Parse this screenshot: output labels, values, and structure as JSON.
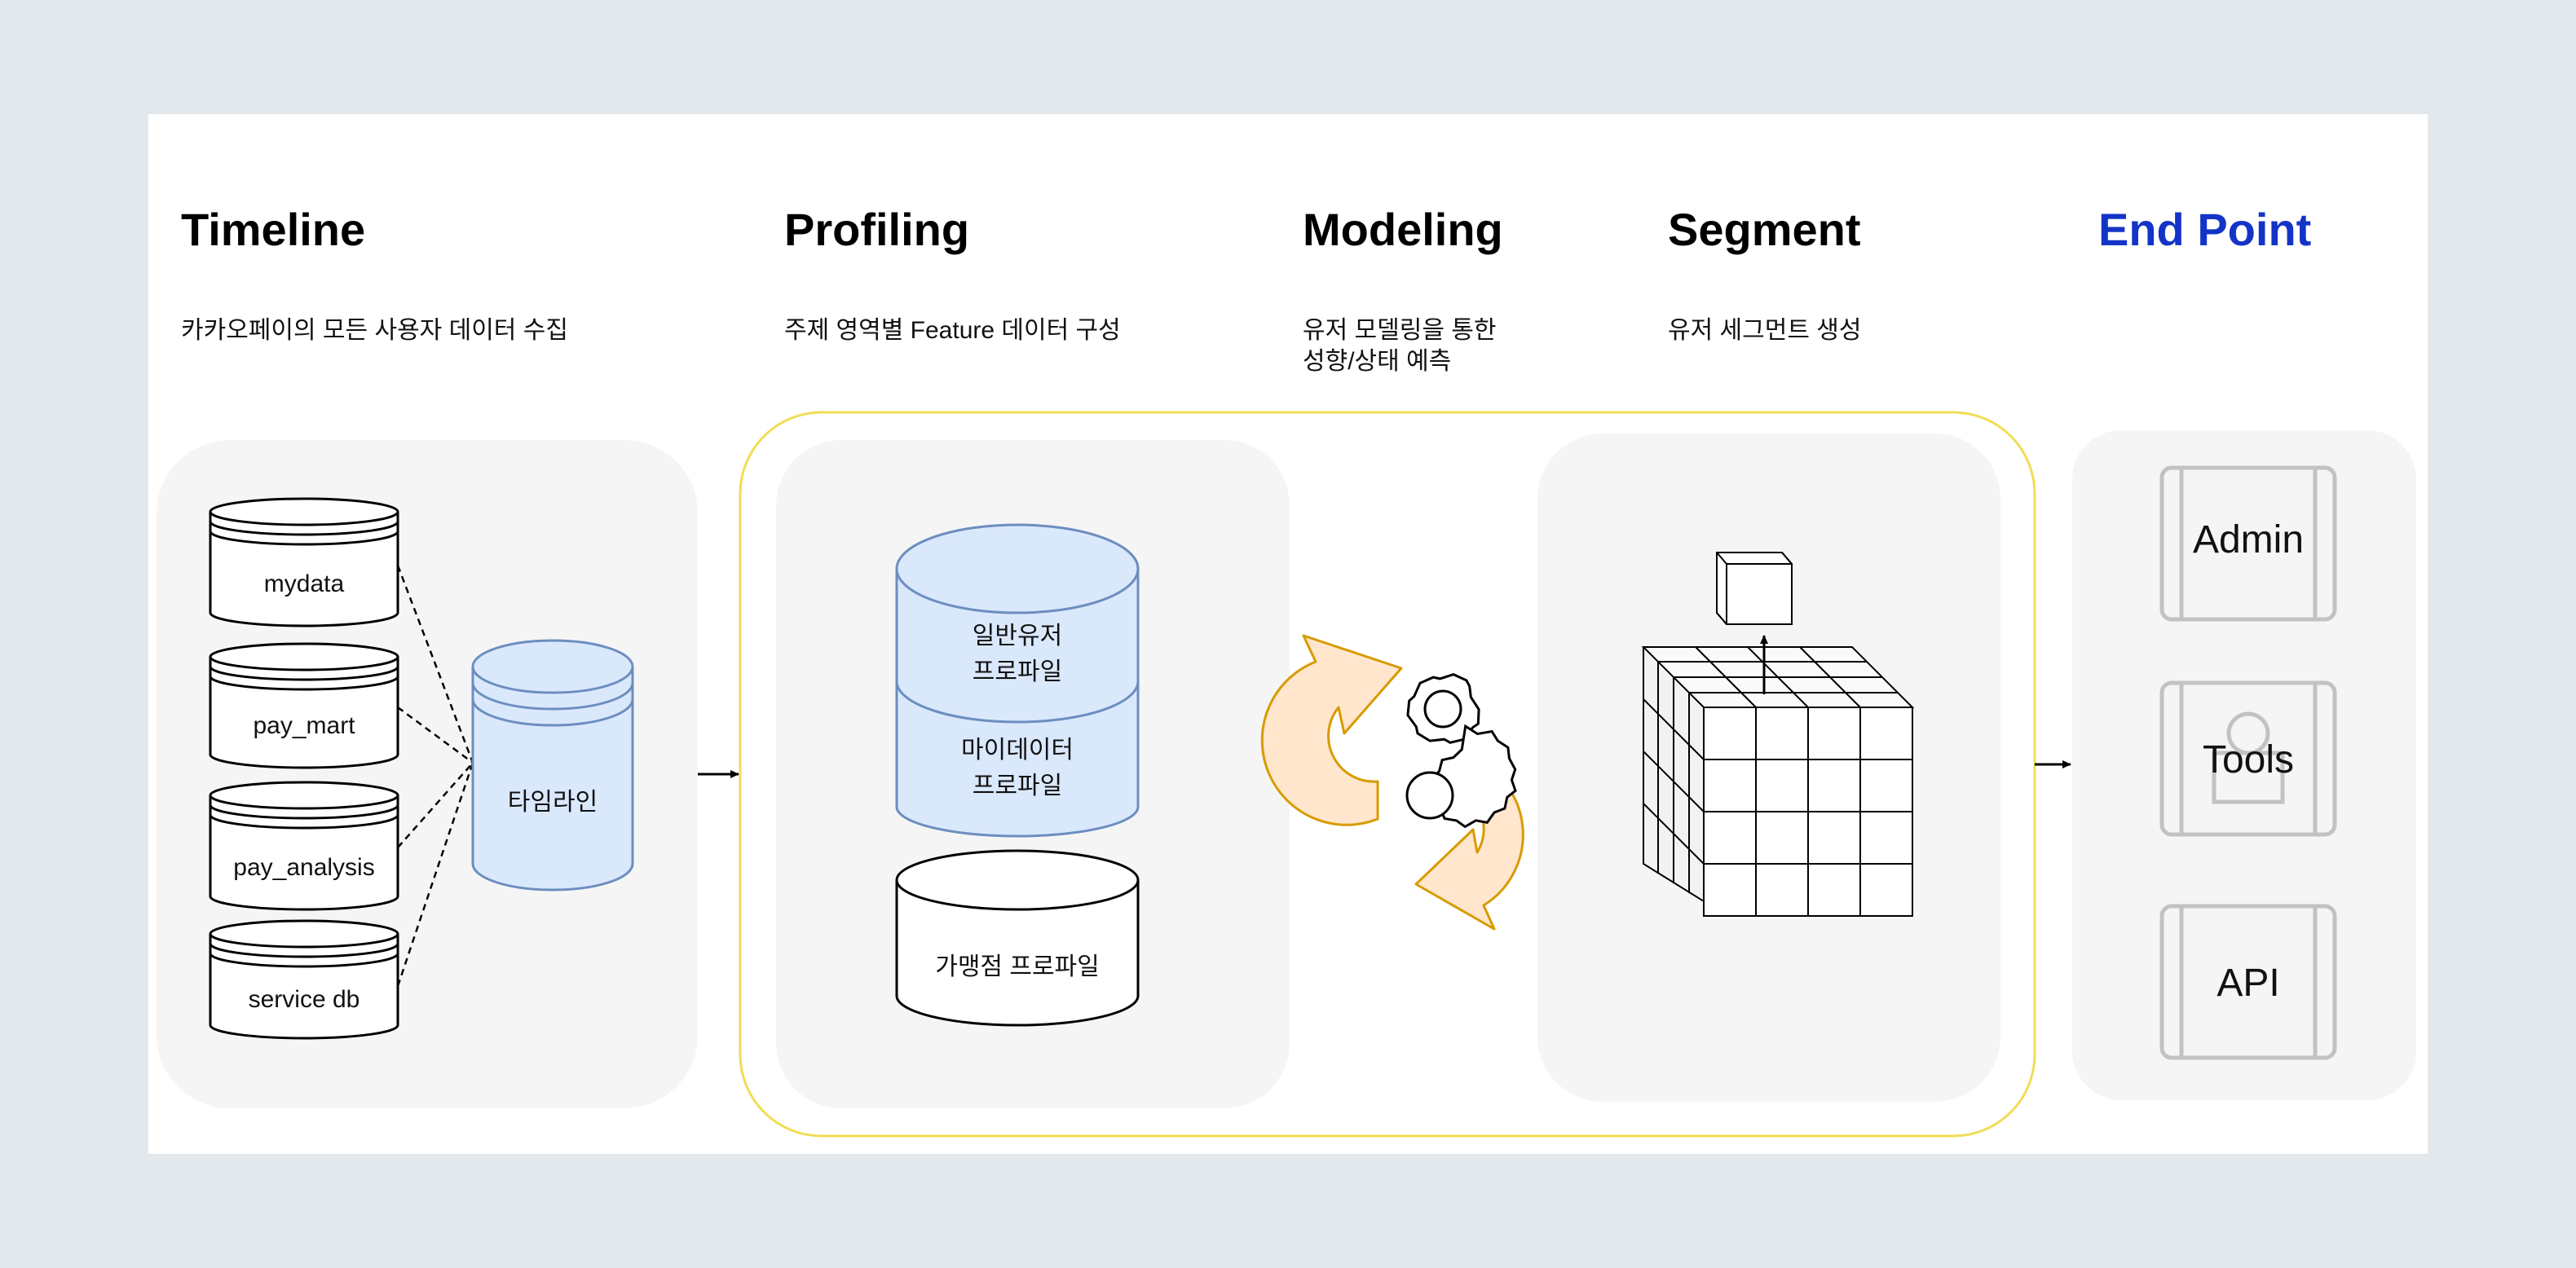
{
  "stages": [
    {
      "title": "Timeline",
      "desc": "카카오페이의 모든 사용자 데이터 수집"
    },
    {
      "title": "Profiling",
      "desc": "주제 영역별 Feature 데이터 구성"
    },
    {
      "title": "Modeling",
      "desc": [
        "유저 모델링을 통한",
        "성향/상태 예측"
      ]
    },
    {
      "title": "Segment",
      "desc": "유저 세그먼트 생성"
    },
    {
      "title": "End Point",
      "desc": ""
    }
  ],
  "timeline": {
    "sources": [
      "mydata",
      "pay_mart",
      "pay_analysis",
      "service db"
    ],
    "target": "타임라인"
  },
  "profiling": {
    "stack": [
      [
        "일반유저",
        "프로파일"
      ],
      [
        "마이데이터",
        "프로파일"
      ]
    ],
    "merchant": "가맹점 프로파일"
  },
  "endpoints": [
    "Admin",
    "Tools",
    "API"
  ],
  "colors": {
    "blue_fill": "#dae8fc",
    "blue_stroke": "#6c8ebf",
    "orange_fill": "#ffe6cc",
    "orange_stroke": "#d79b00",
    "yellow_border": "#f1dd55",
    "panel": "#f5f5f5",
    "end_point_title": "#1434c8"
  },
  "icons": [
    "database-icon",
    "gear-icon",
    "refresh-arrows-icon",
    "cube-grid-icon",
    "arrow-right-icon"
  ]
}
